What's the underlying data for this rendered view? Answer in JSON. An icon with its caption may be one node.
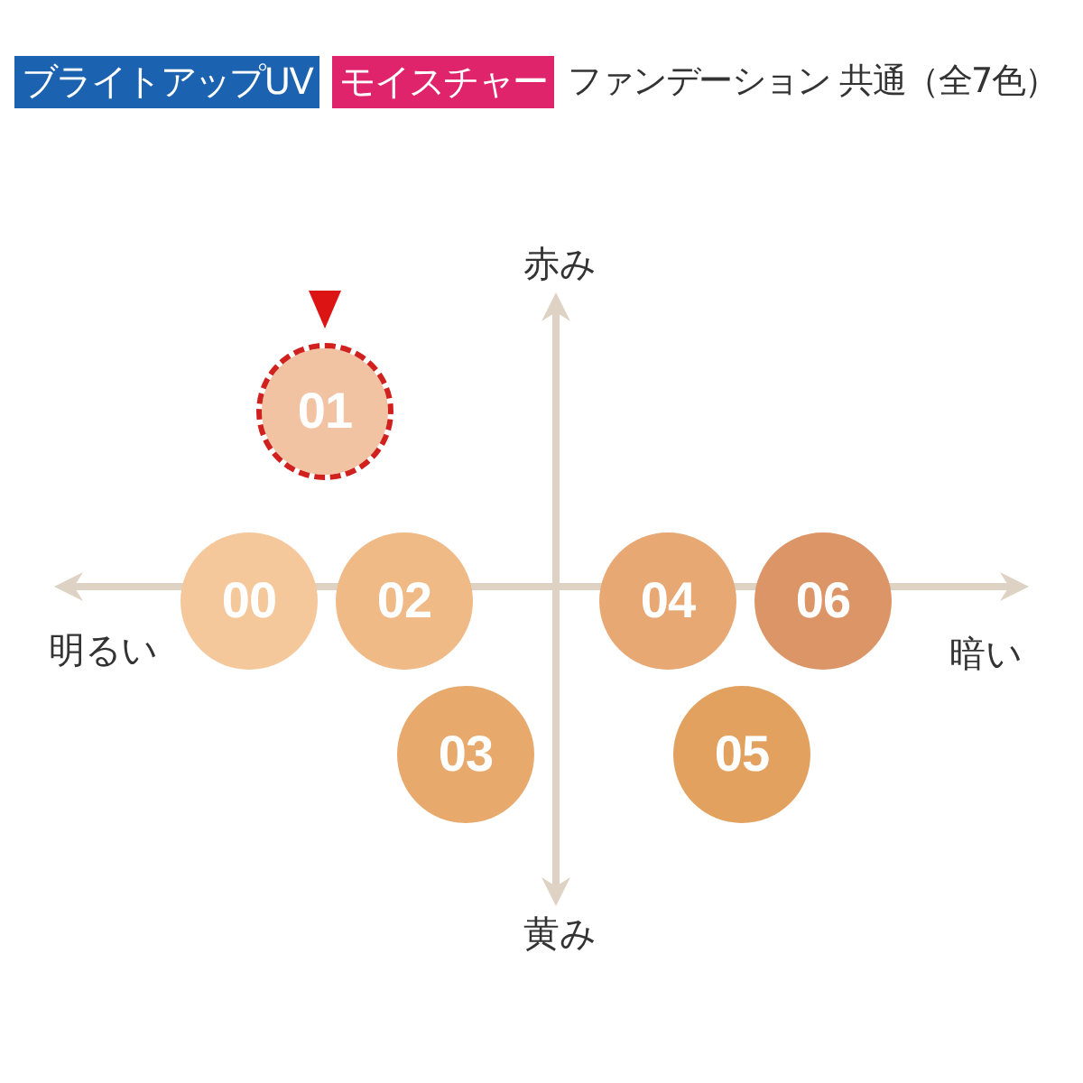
{
  "diagram": {
    "nodes": [
      {
        "text": [
          "ブライトアップUV"
        ]
      },
      {
        "text": [
          "モイスチャー"
        ]
      },
      {
        "text": [
          "01"
        ]
      },
      {
        "text": [
          "00"
        ]
      },
      {
        "text": [
          "02"
        ]
      },
      {
        "text": [
          "04"
        ]
      },
      {
        "text": [
          "06"
        ]
      },
      {
        "text": [
          "03"
        ]
      },
      {
        "text": [
          "05"
        ]
      }
    ],
    "labels": [
      "ファンデーション 共通（全7色）",
      "赤み",
      "明るい",
      "暗い",
      "黄み"
    ]
  }
}
